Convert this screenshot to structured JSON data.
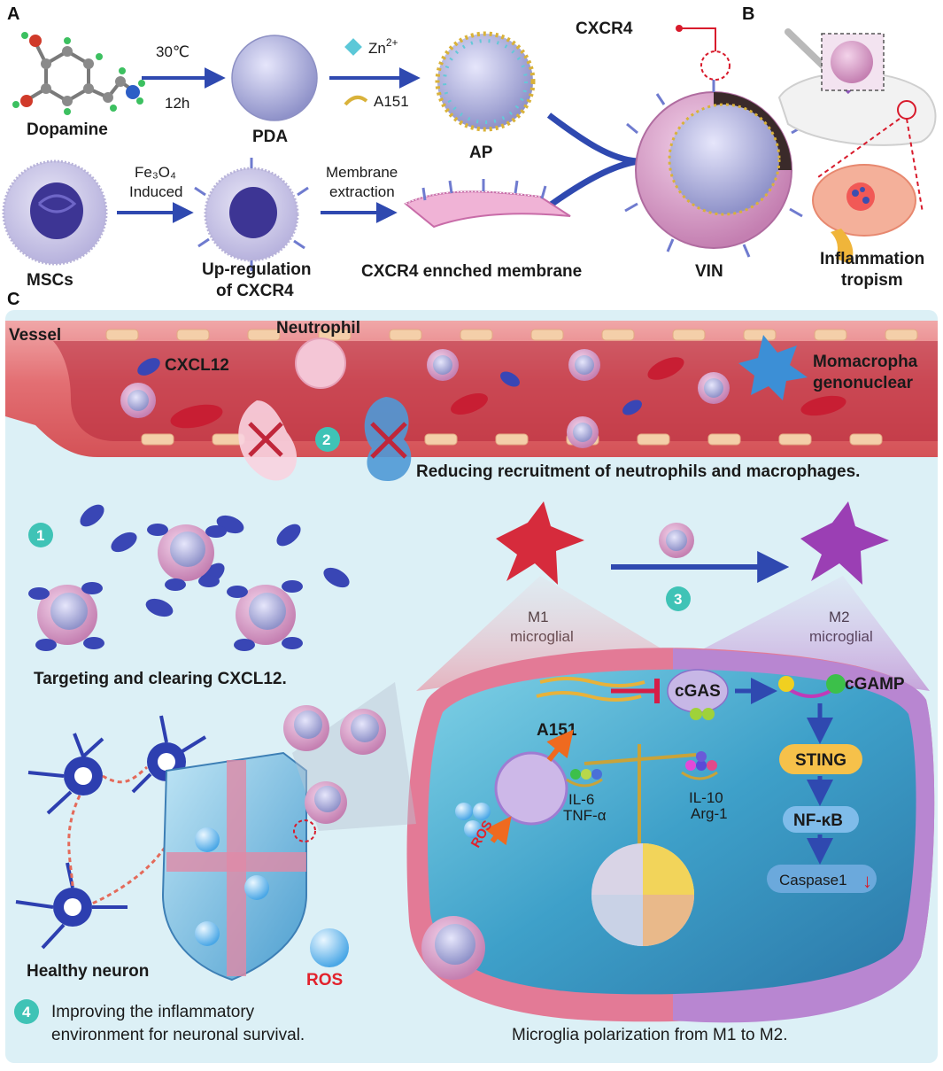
{
  "panels": {
    "a": "A",
    "b": "B",
    "c": "C"
  },
  "panel_a": {
    "dopamine": "Dopamine",
    "cond_temp": "30℃",
    "cond_time": "12h",
    "pda": "PDA",
    "zn_label": "Zn",
    "zn_charge": "2+",
    "a151": "A151",
    "ap": "AP",
    "cxcr4": "CXCR4",
    "vin": "VIN",
    "mscs": "MSCs",
    "fe_line1": "Fe₃O₄",
    "fe_line2": "Induced",
    "upreg_line1": "Up-regulation",
    "upreg_line2": "of CXCR4",
    "membrane_line1": "Membrane",
    "membrane_line2": "extraction",
    "cxcr4_membrane": "CXCR4 ennched membrane"
  },
  "panel_b": {
    "tropism_line1": "Inflammation",
    "tropism_line2": "tropism"
  },
  "panel_c": {
    "vessel": "Vessel",
    "neutrophil": "Neutrophil",
    "cxcl12": "CXCL12",
    "macro_line1": "Momacropha",
    "macro_line2": "genonuclear",
    "step1": "1",
    "step2": "2",
    "step3": "3",
    "step4": "4",
    "reducing": "Reducing recruitment of neutrophils  and  macrophages.",
    "targeting": "Targeting and clearing CXCL12.",
    "m1_line1": "M1",
    "m1_line2": "microglial",
    "m2_line1": "M2",
    "m2_line2": "microglial",
    "cgas": "cGAS",
    "cgamp": "cGAMP",
    "a151": "A151",
    "ros_inner": "ROS",
    "il6": "IL-6",
    "tnf": "TNF-α",
    "il10": "IL-10",
    "arg1": "Arg-1",
    "sting": "STING",
    "nfkb": "NF-κB",
    "caspase": "Caspase1",
    "healthy": "Healthy neuron",
    "ros": "ROS",
    "improve_line1": "Improving the inflammatory",
    "improve_line2": "environment for neuronal  survival.",
    "polarization": "Microglia polarization from M1 to M2."
  },
  "colors": {
    "arrow_blue": "#2f49b0",
    "vessel_red": "#d85a60",
    "teal_badge": "#3fc3b6",
    "panel_bg": "#dcf0f6",
    "ros_red": "#e2222c",
    "m1_red": "#d62b3c",
    "m2_purple": "#9b3fb4"
  }
}
